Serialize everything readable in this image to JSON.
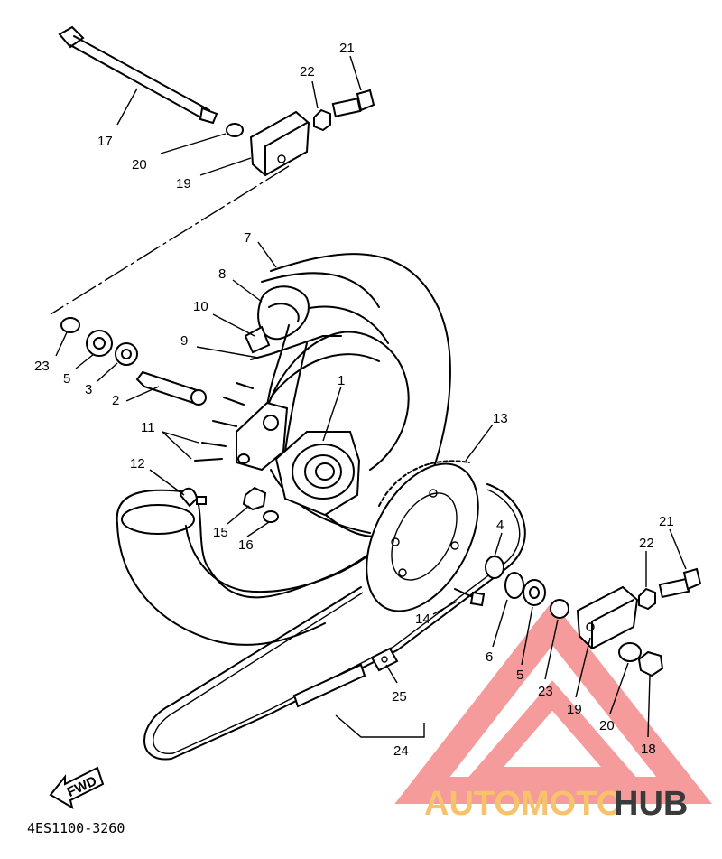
{
  "diagram": {
    "part_labels": [
      {
        "id": "17",
        "text": "17"
      },
      {
        "id": "20a",
        "text": "20"
      },
      {
        "id": "19a",
        "text": "19"
      },
      {
        "id": "22a",
        "text": "22"
      },
      {
        "id": "21a",
        "text": "21"
      },
      {
        "id": "7",
        "text": "7"
      },
      {
        "id": "8",
        "text": "8"
      },
      {
        "id": "10",
        "text": "10"
      },
      {
        "id": "9",
        "text": "9"
      },
      {
        "id": "1",
        "text": "1"
      },
      {
        "id": "23a",
        "text": "23"
      },
      {
        "id": "5a",
        "text": "5"
      },
      {
        "id": "3",
        "text": "3"
      },
      {
        "id": "2",
        "text": "2"
      },
      {
        "id": "11",
        "text": "11"
      },
      {
        "id": "12",
        "text": "12"
      },
      {
        "id": "15",
        "text": "15"
      },
      {
        "id": "16",
        "text": "16"
      },
      {
        "id": "13",
        "text": "13"
      },
      {
        "id": "4",
        "text": "4"
      },
      {
        "id": "14",
        "text": "14"
      },
      {
        "id": "6",
        "text": "6"
      },
      {
        "id": "5b",
        "text": "5"
      },
      {
        "id": "23b",
        "text": "23"
      },
      {
        "id": "22b",
        "text": "22"
      },
      {
        "id": "21b",
        "text": "21"
      },
      {
        "id": "19b",
        "text": "19"
      },
      {
        "id": "20b",
        "text": "20"
      },
      {
        "id": "18",
        "text": "18"
      },
      {
        "id": "25",
        "text": "25"
      },
      {
        "id": "24",
        "text": "24"
      }
    ],
    "fwd_label": "FWD",
    "part_code": "4ES1100-3260"
  },
  "watermark": {
    "brand_part1": "AUTOMOTO",
    "brand_part2": "HUB",
    "colors": {
      "triangle": "#f48a8a",
      "text_orange": "#f7c26b",
      "text_dark": "#3a3a3a"
    }
  }
}
